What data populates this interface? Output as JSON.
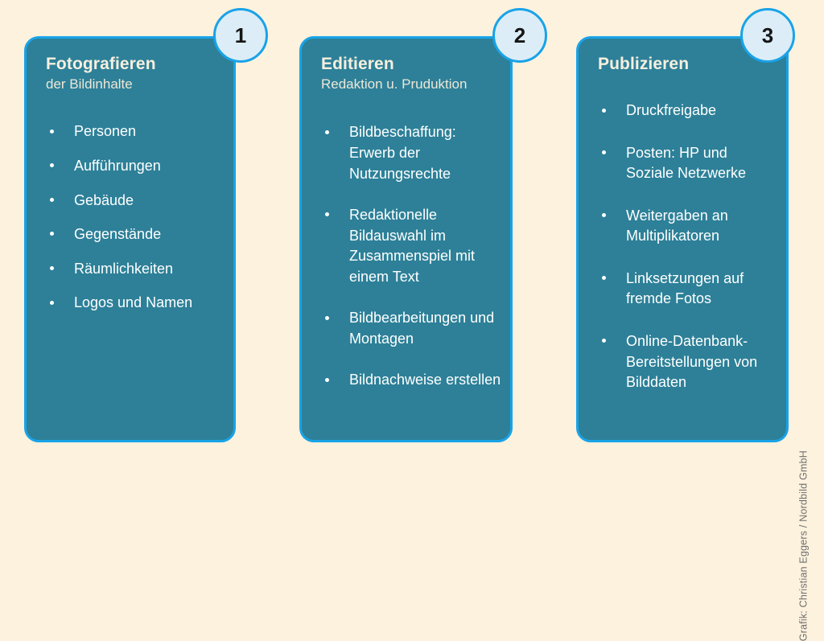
{
  "graphic": {
    "background_color": "#fdf2dd",
    "card_color": "#2d8098",
    "card_border_color": "#19a3e8",
    "badge_fill_color": "#dcedf7",
    "title_color": "#f6efdf",
    "text_color": "#ffffff",
    "credit": "Grafik: Christian Eggers / Nordbild GmbH"
  },
  "columns": [
    {
      "badge": "1",
      "title": "Fotografieren",
      "subtitle": "der Bildinhalte",
      "items": [
        "Personen",
        "Aufführungen",
        "Gebäude",
        "Gegenstände",
        "Räumlichkeiten",
        "Logos und Namen"
      ]
    },
    {
      "badge": "2",
      "title": "Editieren",
      "subtitle": "Redaktion u. Pruduktion",
      "items": [
        "Bildbeschaffung: Erwerb der Nutzungsrechte",
        "Redaktionelle Bildauswahl  im Zusammenspiel mit einem Text",
        "Bildbearbeitungen und Montagen",
        "Bildnachweise erstellen"
      ]
    },
    {
      "badge": "3",
      "title": "Publizieren",
      "subtitle": "",
      "items": [
        "Druckfreigabe",
        "Posten: HP und Soziale Netzwerke",
        "Weitergaben an Multiplikatoren",
        "Linksetzungen auf fremde Fotos",
        "Online-Datenbank-Bereitstellungen von Bilddaten"
      ]
    }
  ]
}
